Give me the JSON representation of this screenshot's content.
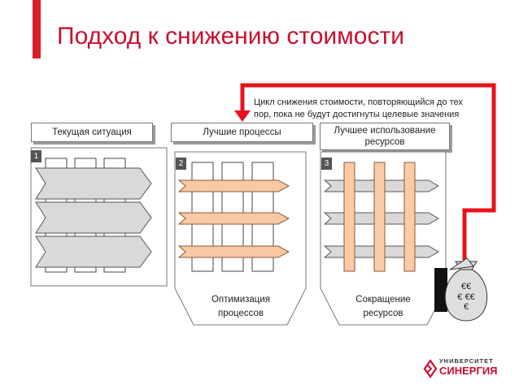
{
  "slide": {
    "title": "Подход к снижению стоимости",
    "accent_color": "#d8202b",
    "title_color": "#c8102e"
  },
  "stages": [
    {
      "number": "1",
      "label": "Текущая ситуация",
      "caption": ""
    },
    {
      "number": "2",
      "label": "Лучшие процессы",
      "caption": "Оптимизация процессов"
    },
    {
      "number": "3",
      "label": "Лучшее использование ресурсов",
      "caption": "Сокращение ресурсов"
    }
  ],
  "cycle_note": "Цикл снижения стоимости, повторяющийся до тех пор, пока не будут достигнуты целевые значения",
  "money_bag": {
    "symbols": "€€\n€ €€\n€",
    "icon": "money-bag-icon"
  },
  "logo": {
    "line1": "УНИВЕРСИТЕТ",
    "line2": "СИНЕРГИЯ"
  },
  "colors": {
    "arrow_gray": "#d9d9d9",
    "arrow_peach": "#f9c9a4",
    "bar_peach": "#fbcba7",
    "cycle_arrow": "#e8121c"
  }
}
